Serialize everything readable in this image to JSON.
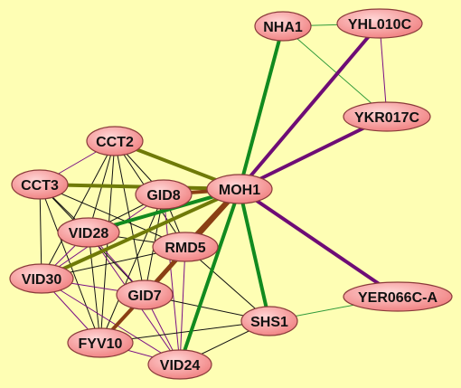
{
  "colors": {
    "background": "#fefeb4",
    "node_fill_light": "#ffd6d6",
    "node_fill_dark": "#f07f7f",
    "node_stroke": "#8a3b3b",
    "label": "#111111",
    "edge_black": "#111111",
    "edge_purple": "#7a0f85",
    "edge_green_light": "#2f9a3a",
    "edge_green": "#118a1f",
    "edge_olive": "#6f7a08",
    "edge_brown": "#8a3f14",
    "edge_purple_bold": "#6e0c76"
  },
  "nodes": [
    {
      "id": "NHA1",
      "label": "NHA1"
    },
    {
      "id": "YHL010C",
      "label": "YHL010C"
    },
    {
      "id": "YKR017C",
      "label": "YKR017C"
    },
    {
      "id": "CCT2",
      "label": "CCT2"
    },
    {
      "id": "CCT3",
      "label": "CCT3"
    },
    {
      "id": "GID8",
      "label": "GID8"
    },
    {
      "id": "MOH1",
      "label": "MOH1"
    },
    {
      "id": "VID28",
      "label": "VID28"
    },
    {
      "id": "RMD5",
      "label": "RMD5"
    },
    {
      "id": "VID30",
      "label": "VID30"
    },
    {
      "id": "GID7",
      "label": "GID7"
    },
    {
      "id": "YER066C-A",
      "label": "YER066C-A"
    },
    {
      "id": "SHS1",
      "label": "SHS1"
    },
    {
      "id": "FYV10",
      "label": "FYV10"
    },
    {
      "id": "VID24",
      "label": "VID24"
    }
  ],
  "edges": [
    {
      "source": "CCT2",
      "target": "CCT3",
      "color": "purple",
      "weight": 1
    },
    {
      "source": "CCT2",
      "target": "GID8",
      "color": "black",
      "weight": 1
    },
    {
      "source": "CCT2",
      "target": "VID28",
      "color": "black",
      "weight": 1
    },
    {
      "source": "CCT2",
      "target": "RMD5",
      "color": "black",
      "weight": 1
    },
    {
      "source": "CCT2",
      "target": "VID30",
      "color": "black",
      "weight": 1
    },
    {
      "source": "CCT2",
      "target": "GID7",
      "color": "black",
      "weight": 1
    },
    {
      "source": "CCT2",
      "target": "FYV10",
      "color": "black",
      "weight": 1
    },
    {
      "source": "CCT3",
      "target": "VID28",
      "color": "black",
      "weight": 1
    },
    {
      "source": "CCT3",
      "target": "RMD5",
      "color": "black",
      "weight": 1
    },
    {
      "source": "CCT3",
      "target": "VID30",
      "color": "black",
      "weight": 1
    },
    {
      "source": "CCT3",
      "target": "GID7",
      "color": "black",
      "weight": 1
    },
    {
      "source": "CCT3",
      "target": "FYV10",
      "color": "black",
      "weight": 1
    },
    {
      "source": "GID8",
      "target": "VID28",
      "color": "black",
      "weight": 1
    },
    {
      "source": "GID8",
      "target": "RMD5",
      "color": "black",
      "weight": 1
    },
    {
      "source": "GID8",
      "target": "VID30",
      "color": "purple",
      "weight": 1
    },
    {
      "source": "GID8",
      "target": "GID7",
      "color": "black",
      "weight": 1
    },
    {
      "source": "GID8",
      "target": "FYV10",
      "color": "black",
      "weight": 1
    },
    {
      "source": "GID8",
      "target": "VID24",
      "color": "purple",
      "weight": 1
    },
    {
      "source": "VID28",
      "target": "RMD5",
      "color": "black",
      "weight": 1
    },
    {
      "source": "VID28",
      "target": "VID30",
      "color": "purple",
      "weight": 1
    },
    {
      "source": "VID28",
      "target": "GID7",
      "color": "purple",
      "weight": 1
    },
    {
      "source": "VID28",
      "target": "FYV10",
      "color": "black",
      "weight": 1
    },
    {
      "source": "VID28",
      "target": "VID24",
      "color": "purple",
      "weight": 1
    },
    {
      "source": "RMD5",
      "target": "VID30",
      "color": "black",
      "weight": 1
    },
    {
      "source": "RMD5",
      "target": "GID7",
      "color": "purple",
      "weight": 1
    },
    {
      "source": "RMD5",
      "target": "FYV10",
      "color": "black",
      "weight": 1
    },
    {
      "source": "RMD5",
      "target": "VID24",
      "color": "purple",
      "weight": 1
    },
    {
      "source": "RMD5",
      "target": "SHS1",
      "color": "black",
      "weight": 1
    },
    {
      "source": "VID30",
      "target": "GID7",
      "color": "purple",
      "weight": 1
    },
    {
      "source": "VID30",
      "target": "FYV10",
      "color": "purple",
      "weight": 1
    },
    {
      "source": "VID30",
      "target": "VID24",
      "color": "purple",
      "weight": 1
    },
    {
      "source": "GID7",
      "target": "FYV10",
      "color": "purple",
      "weight": 1
    },
    {
      "source": "GID7",
      "target": "VID24",
      "color": "purple",
      "weight": 1
    },
    {
      "source": "GID7",
      "target": "SHS1",
      "color": "black",
      "weight": 1
    },
    {
      "source": "FYV10",
      "target": "VID24",
      "color": "purple",
      "weight": 1
    },
    {
      "source": "FYV10",
      "target": "SHS1",
      "color": "black",
      "weight": 1
    },
    {
      "source": "VID24",
      "target": "SHS1",
      "color": "black",
      "weight": 1
    },
    {
      "source": "MOH1",
      "target": "GID7",
      "color": "black",
      "weight": 1
    },
    {
      "source": "MOH1",
      "target": "FYV10",
      "color": "black",
      "weight": 1
    },
    {
      "source": "NHA1",
      "target": "YHL010C",
      "color": "green_light",
      "weight": 1
    },
    {
      "source": "NHA1",
      "target": "YKR017C",
      "color": "green_light",
      "weight": 1
    },
    {
      "source": "YHL010C",
      "target": "YKR017C",
      "color": "purple",
      "weight": 1
    },
    {
      "source": "SHS1",
      "target": "YER066C-A",
      "color": "green_light",
      "weight": 1
    },
    {
      "source": "MOH1",
      "target": "CCT2",
      "color": "olive",
      "weight": 4
    },
    {
      "source": "MOH1",
      "target": "CCT3",
      "color": "olive",
      "weight": 4
    },
    {
      "source": "MOH1",
      "target": "GID8",
      "color": "brown",
      "weight": 4
    },
    {
      "source": "MOH1",
      "target": "VID28",
      "color": "green",
      "weight": 4
    },
    {
      "source": "MOH1",
      "target": "VID30",
      "color": "olive",
      "weight": 4
    },
    {
      "source": "MOH1",
      "target": "RMD5",
      "color": "brown",
      "weight": 6
    },
    {
      "source": "MOH1",
      "target": "GID7",
      "color": "brown",
      "weight": 5
    },
    {
      "source": "GID7",
      "target": "FYV10",
      "color": "brown",
      "weight": 4
    },
    {
      "source": "MOH1",
      "target": "NHA1",
      "color": "green",
      "weight": 4
    },
    {
      "source": "MOH1",
      "target": "SHS1",
      "color": "green",
      "weight": 4
    },
    {
      "source": "MOH1",
      "target": "VID24",
      "color": "green",
      "weight": 4
    },
    {
      "source": "MOH1",
      "target": "YHL010C",
      "color": "purple_bold",
      "weight": 4
    },
    {
      "source": "MOH1",
      "target": "YKR017C",
      "color": "purple_bold",
      "weight": 4
    },
    {
      "source": "MOH1",
      "target": "YER066C-A",
      "color": "purple_bold",
      "weight": 4
    }
  ]
}
